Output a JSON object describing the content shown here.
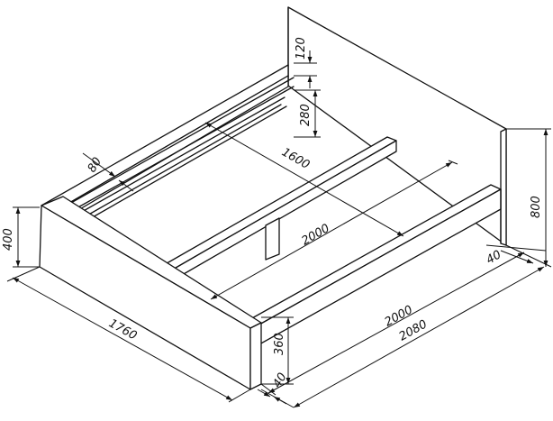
{
  "drawing": {
    "dimensions": {
      "headboard_thickness": "120",
      "rail_height": "280",
      "rail_width": "80",
      "inner_width": "1600",
      "inner_length": "2000",
      "footboard_height": "400",
      "headboard_height": "800",
      "side_thickness": "40",
      "outer_width": "1760",
      "inner_length_bottom": "2000",
      "outer_length": "2080",
      "side_height": "360",
      "panel_thickness": "40"
    }
  }
}
